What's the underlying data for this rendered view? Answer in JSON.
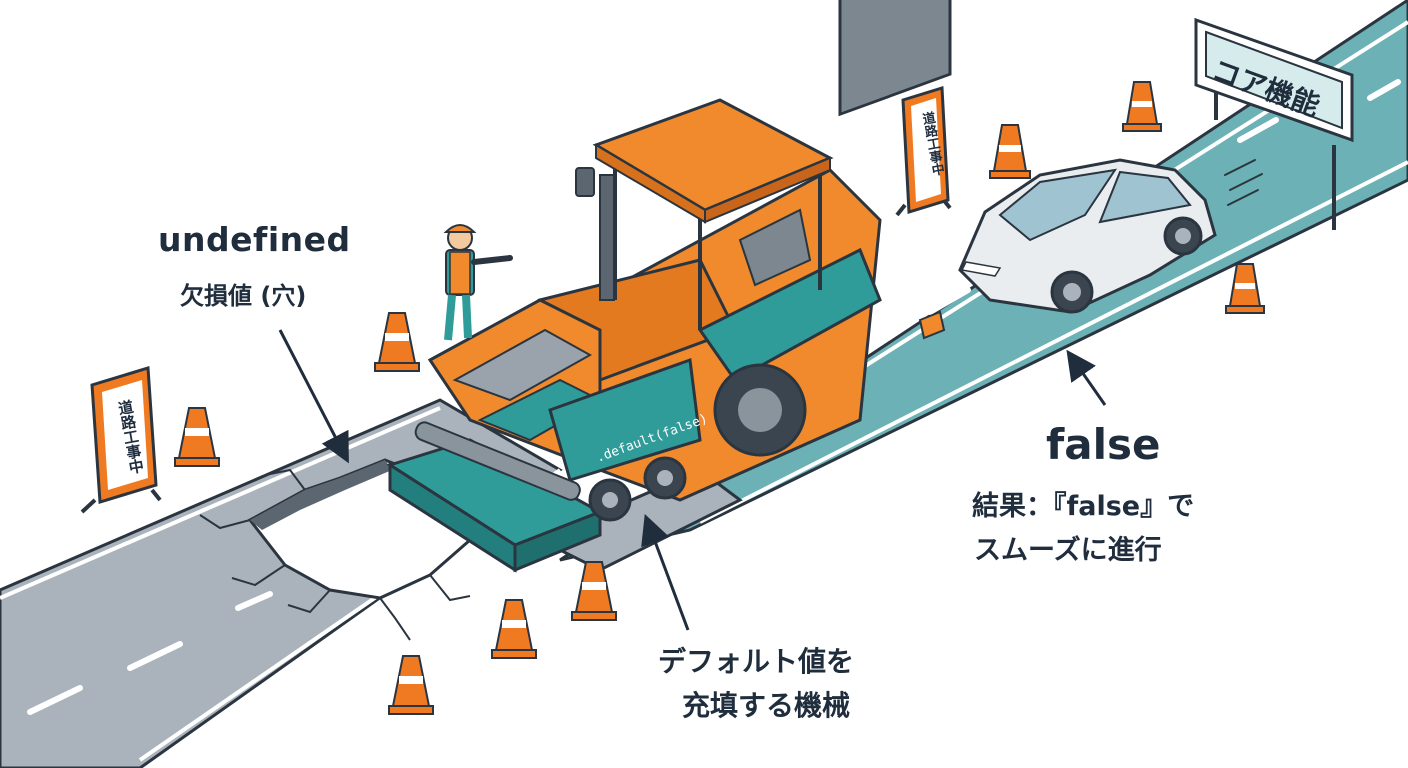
{
  "annotations": {
    "undefined_title": "undefined",
    "undefined_sub": "欠損値 (穴)",
    "false_title": "false",
    "false_sub_line1": "結果：『false』で",
    "false_sub_line2": "スムーズに進行",
    "machine_line1": "デフォルト値を",
    "machine_line2": "充填する機械"
  },
  "signs": {
    "construction_left": "道路工事中",
    "construction_right": "道路工事中",
    "destination": "コア機能"
  },
  "machine": {
    "method_label": ".default(false)"
  },
  "colors": {
    "old_road": "#a9b2ba",
    "new_road": "#6ab2b6",
    "machine_orange": "#f08a2c",
    "machine_teal": "#2f9c9a",
    "cone": "#f07a22",
    "outline": "#2b3540"
  }
}
